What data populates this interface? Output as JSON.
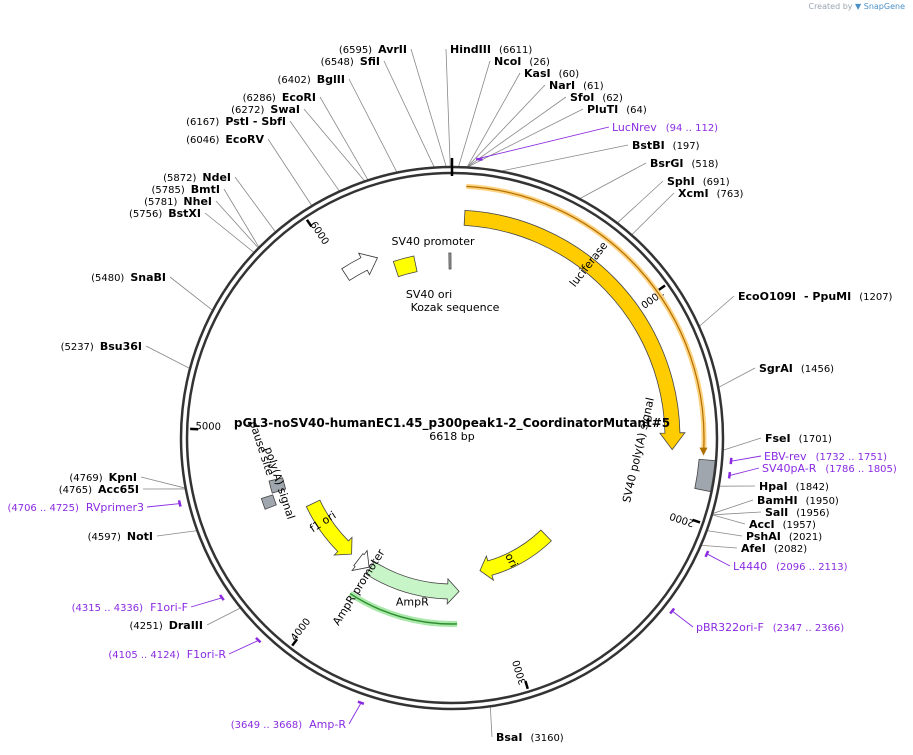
{
  "credit": {
    "prefix": "Created by",
    "brand": "SnapGene"
  },
  "plasmid": {
    "name": "pGL3-noSV40-humanEC1.45_p300peak1-2_CoordinatorMutant#5",
    "size_label": "6618 bp",
    "length": 6618
  },
  "tick_marks": [
    {
      "label": "1000",
      "pos": 1000
    },
    {
      "label": "2000",
      "pos": 2000
    },
    {
      "label": "3000",
      "pos": 3000
    },
    {
      "label": "4000",
      "pos": 4000
    },
    {
      "label": "5000",
      "pos": 5000
    },
    {
      "label": "6000",
      "pos": 6000
    }
  ],
  "sites": [
    {
      "name": "AvrII",
      "pos_label": "(6595)",
      "pos": 6595,
      "side": "left"
    },
    {
      "name": "SfiI",
      "pos_label": "(6548)",
      "pos": 6548,
      "side": "left"
    },
    {
      "name": "BglII",
      "pos_label": "(6402)",
      "pos": 6402,
      "side": "left"
    },
    {
      "name": "EcoRI",
      "pos_label": "(6286)",
      "pos": 6286,
      "side": "left"
    },
    {
      "name": "SwaI",
      "pos_label": "(6272)",
      "pos": 6272,
      "side": "left"
    },
    {
      "name": "PstI  - SbfI",
      "pos_label": "(6167)",
      "pos": 6167,
      "side": "left"
    },
    {
      "name": "EcoRV",
      "pos_label": "(6046)",
      "pos": 6046,
      "side": "left"
    },
    {
      "name": "NdeI",
      "pos_label": "(5872)",
      "pos": 5872,
      "side": "left"
    },
    {
      "name": "BmtI",
      "pos_label": "(5785)",
      "pos": 5785,
      "side": "left"
    },
    {
      "name": "NheI",
      "pos_label": "(5781)",
      "pos": 5781,
      "side": "left"
    },
    {
      "name": "BstXI",
      "pos_label": "(5756)",
      "pos": 5756,
      "side": "left"
    },
    {
      "name": "SnaBI",
      "pos_label": "(5480)",
      "pos": 5480,
      "side": "left"
    },
    {
      "name": "Bsu36I",
      "pos_label": "(5237)",
      "pos": 5237,
      "side": "left"
    },
    {
      "name": "KpnI",
      "pos_label": "(4769)",
      "pos": 4769,
      "side": "left"
    },
    {
      "name": "Acc65I",
      "pos_label": "(4765)",
      "pos": 4765,
      "side": "left"
    },
    {
      "name": "NotI",
      "pos_label": "(4597)",
      "pos": 4597,
      "side": "left"
    },
    {
      "name": "DraIII",
      "pos_label": "(4251)",
      "pos": 4251,
      "side": "left"
    },
    {
      "name": "HindIII",
      "pos_label": "(6611)",
      "pos": 6611,
      "side": "right"
    },
    {
      "name": "NcoI",
      "pos_label": "(26)",
      "pos": 26,
      "side": "right"
    },
    {
      "name": "KasI",
      "pos_label": "(60)",
      "pos": 60,
      "side": "right"
    },
    {
      "name": "NarI",
      "pos_label": "(61)",
      "pos": 61,
      "side": "right"
    },
    {
      "name": "SfoI",
      "pos_label": "(62)",
      "pos": 62,
      "side": "right"
    },
    {
      "name": "PluTI",
      "pos_label": "(64)",
      "pos": 64,
      "side": "right"
    },
    {
      "name": "BstBI",
      "pos_label": "(197)",
      "pos": 197,
      "side": "right"
    },
    {
      "name": "BsrGI",
      "pos_label": "(518)",
      "pos": 518,
      "side": "right"
    },
    {
      "name": "SphI",
      "pos_label": "(691)",
      "pos": 691,
      "side": "right"
    },
    {
      "name": "XcmI",
      "pos_label": "(763)",
      "pos": 763,
      "side": "right"
    },
    {
      "name": "EcoO109I",
      "suffix": "- PpuMI",
      "pos_label": "(1207)",
      "pos": 1207,
      "side": "right"
    },
    {
      "name": "SgrAI",
      "pos_label": "(1456)",
      "pos": 1456,
      "side": "right"
    },
    {
      "name": "FseI",
      "pos_label": "(1701)",
      "pos": 1701,
      "side": "right"
    },
    {
      "name": "HpaI",
      "pos_label": "(1842)",
      "pos": 1842,
      "side": "right"
    },
    {
      "name": "BamHI",
      "pos_label": "(1950)",
      "pos": 1950,
      "side": "right"
    },
    {
      "name": "SalI",
      "pos_label": "(1956)",
      "pos": 1956,
      "side": "right"
    },
    {
      "name": "AccI",
      "pos_label": "(1957)",
      "pos": 1957,
      "side": "right"
    },
    {
      "name": "PshAI",
      "pos_label": "(2021)",
      "pos": 2021,
      "side": "right"
    },
    {
      "name": "AfeI",
      "pos_label": "(2082)",
      "pos": 2082,
      "side": "right"
    },
    {
      "name": "BsaI",
      "pos_label": "(3160)",
      "pos": 3160,
      "side": "right"
    }
  ],
  "primers": [
    {
      "name": "LucNrev",
      "range_label": "(94 .. 112)",
      "pos": 103
    },
    {
      "name": "EBV-rev",
      "range_label": "(1732 .. 1751)",
      "pos": 1741
    },
    {
      "name": "SV40pA-R",
      "range_label": "(1786 .. 1805)",
      "pos": 1795
    },
    {
      "name": "L4440",
      "range_label": "(2096 .. 2113)",
      "pos": 2104
    },
    {
      "name": "pBR322ori-F",
      "range_label": "(2347 .. 2366)",
      "pos": 2356
    },
    {
      "name": "Amp-R",
      "range_label": "(3649 .. 3668)",
      "pos": 3658
    },
    {
      "name": "F1ori-R",
      "range_label": "(4105 .. 4124)",
      "pos": 4114
    },
    {
      "name": "F1ori-F",
      "range_label": "(4315 .. 4336)",
      "pos": 4325
    },
    {
      "name": "RVprimer3",
      "range_label": "(4706 .. 4725)",
      "pos": 4715
    }
  ],
  "features": [
    {
      "name": "luciferase",
      "start": 60,
      "end": 1710,
      "color": "#ffcc00",
      "type": "arrow"
    },
    {
      "name": "SV40 promoter",
      "start": 6010,
      "end": 6205,
      "color": "#ffffff",
      "type": "arrow-outline"
    },
    {
      "name": "SV40 ori",
      "start": 6280,
      "end": 6400,
      "color": "#ffff00",
      "type": "box"
    },
    {
      "name": "Kozak sequence",
      "start": 6600,
      "end": 6612,
      "color": "#a0a0a0",
      "type": "box"
    },
    {
      "name": "SV40 poly(A) signal",
      "start": 1745,
      "end": 1870,
      "color": "#a0a6ae",
      "type": "box"
    },
    {
      "name": "ori",
      "start": 2500,
      "end": 3090,
      "color": "#ffff00",
      "type": "arrow"
    },
    {
      "name": "AmpR",
      "start": 3260,
      "end": 3900,
      "color": "#c8f5c8",
      "type": "arrow-rev"
    },
    {
      "name": "AmpR promoter",
      "start": 3910,
      "end": 4000,
      "color": "#ffffff",
      "type": "arrow-outline-rev"
    },
    {
      "name": "f1 ori",
      "start": 4060,
      "end": 4500,
      "color": "#ffff00",
      "type": "arrow-rev"
    },
    {
      "name": "poly(A) signal",
      "start": 4650,
      "end": 4720,
      "color": "#a0a6ae",
      "type": "box"
    },
    {
      "name": "pause site",
      "start": 4580,
      "end": 4640,
      "color": "#a0a6ae",
      "type": "box"
    }
  ],
  "colors": {
    "backbone": "#333333",
    "primer": "#8a2be2",
    "luciferase": "#ffcc00",
    "ori": "#ffff00",
    "ampr": "#c8f5c8",
    "orf_highlight": "#ffd27f",
    "orf_green": "#2e8b2e"
  }
}
